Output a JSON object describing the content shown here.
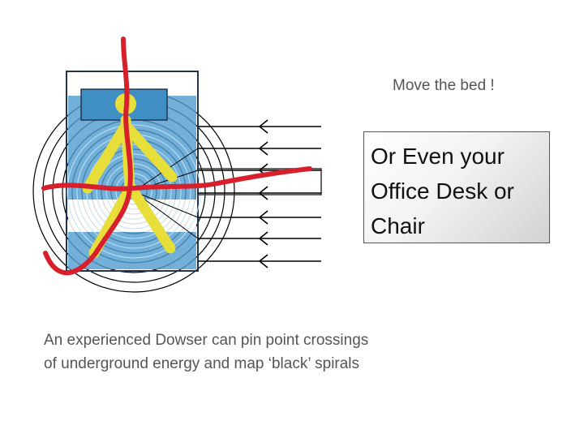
{
  "top_label": "Move the bed !",
  "callout": {
    "lines": [
      "Or Even your",
      "Office Desk or",
      "Chair"
    ]
  },
  "caption": {
    "lines": [
      "An experienced Dowser can pin point crossings",
      "of underground energy and map ‘black’ spirals"
    ]
  },
  "colors": {
    "spiral_blue": "#4aa3d8",
    "bed_blue": "#4f9ccf",
    "figure_yellow": "#e8de3a",
    "energy_red": "#d81f2c",
    "line_black": "#000000"
  }
}
